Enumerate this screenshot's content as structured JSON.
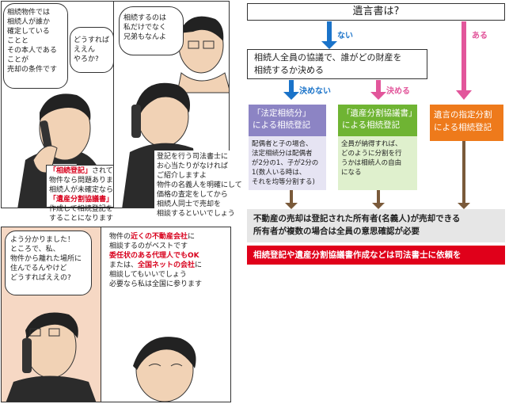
{
  "manga": {
    "panel1": {
      "bubble_main": [
        "相続物件では",
        "相続人が誰か",
        "確定している",
        "ことと",
        "その本人である",
        "ことが",
        "売却の条件です"
      ],
      "bubble_q": [
        "どうすれば",
        "ええん",
        "やろか?"
      ],
      "caption": [
        {
          "segments": [
            {
              "t": "「相続登記」",
              "hl": true
            },
            {
              "t": "されている",
              "hl": false
            }
          ]
        },
        {
          "segments": [
            {
              "t": "物件なら問題ありません",
              "hl": false
            }
          ]
        },
        {
          "segments": [
            {
              "t": "相続人が未確定なら",
              "hl": false
            }
          ]
        },
        {
          "segments": [
            {
              "t": "「遺産分割協議書」",
              "hl": true
            },
            {
              "t": "を",
              "hl": false
            }
          ]
        },
        {
          "segments": [
            {
              "t": "作成して相続登記を",
              "hl": false
            }
          ]
        },
        {
          "segments": [
            {
              "t": "することになります",
              "hl": false
            }
          ]
        }
      ]
    },
    "panel2": {
      "bubble": [
        "相続するのは",
        "私だけでなく",
        "兄弟もなんよ"
      ],
      "caption": [
        "登記を行う司法書士に",
        "お心当たりがなければ",
        "ご紹介しますよ",
        "物件の名義人を明確にして",
        "価格の査定をしてから",
        "相続人同士で売却を",
        "相談するといいでしょう"
      ]
    },
    "panel3": {
      "bubble": [
        "よう分かりました！",
        "ところで、私、",
        "物件から離れた場所に",
        "住んでるんやけど",
        "どうすればええの?"
      ]
    },
    "panel4": {
      "caption": [
        {
          "segments": [
            {
              "t": "物件の",
              "hl": false
            },
            {
              "t": "近くの不動産会社",
              "hl": true
            },
            {
              "t": "に",
              "hl": false
            }
          ]
        },
        {
          "segments": [
            {
              "t": "相談するのがベストです",
              "hl": false
            }
          ]
        },
        {
          "segments": [
            {
              "t": "委任状のある代理人でもOK",
              "hl": true
            }
          ]
        },
        {
          "segments": [
            {
              "t": "または、",
              "hl": false
            },
            {
              "t": "全国ネットの会社",
              "hl": true
            },
            {
              "t": "に",
              "hl": false
            }
          ]
        },
        {
          "segments": [
            {
              "t": "相談してもいいでしょう",
              "hl": false
            }
          ]
        },
        {
          "segments": [
            {
              "t": "必要なら私は全国に参ります",
              "hl": false
            }
          ]
        }
      ]
    }
  },
  "flowchart": {
    "top_question": "遺言書は?",
    "branch_no": "ない",
    "branch_yes": "ある",
    "agreement": [
      "相続人全員の協議で、誰がどの財産を",
      "相続するか決める"
    ],
    "undecided": "決めない",
    "decided": "決める",
    "box_legal": {
      "title": [
        "「法定相続分」",
        "による相続登記"
      ],
      "desc": [
        "配偶者と子の場合、",
        "法定相続分は配偶者",
        "が2分の1、子が2分の",
        "1(数人いる時は、",
        "それを均等分割する)"
      ]
    },
    "box_agreement": {
      "title": [
        "「遺産分割協議書」",
        "による相続登記"
      ],
      "desc": [
        "全員が納得すれば、",
        "どのように分割を行",
        "うかは相続人の自由",
        "になる"
      ]
    },
    "box_will": {
      "title": [
        "遺言の指定分割",
        "による相続登記"
      ]
    },
    "bottom_gray": [
      "不動産の売却は登記された所有者(名義人)が売却できる",
      "所有者が複数の場合は全員の意思確認が必要"
    ],
    "bottom_red": "相続登記や遺産分割協議書作成などは司法書士に依頼を",
    "colors": {
      "blue": "#1a73c9",
      "pink": "#e2569b",
      "orange": "#ee7a1b",
      "purple": "#8c84c4",
      "green": "#6fb433",
      "pale_purple": "#e6e4f3",
      "pale_green": "#dff0cd",
      "gray": "#e6e6e6",
      "red": "#e0001a",
      "arrow_brown": "#7a5a3a"
    }
  }
}
